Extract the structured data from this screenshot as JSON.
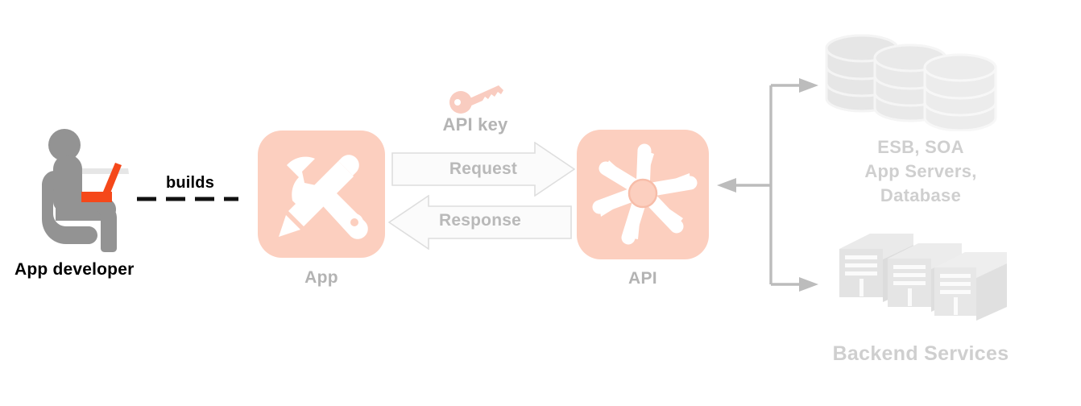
{
  "diagram": {
    "title": "API Architecture Diagram",
    "background": "#ffffff"
  },
  "colors": {
    "tile_fill": "#fccfbf",
    "tile_glyph": "#ffffff",
    "laptop_red": "#f5481a",
    "person_gray": "#939393",
    "label_gray": "#b3b3b3",
    "backend_gray": "#cfcfcf",
    "arrow_stroke": "#d8d8d8",
    "connector_gray": "#bcbcbc",
    "key_pink": "#f9ccc0",
    "text_black": "#000000"
  },
  "actor": {
    "icon": "seated-developer-with-laptop-icon",
    "label": "App developer"
  },
  "relationship": {
    "label": "builds",
    "line_style": "dashed",
    "icon": "dashed-connector-icon"
  },
  "nodes": [
    {
      "id": "app",
      "label": "App",
      "icon": "wrench-and-pencil-icon"
    },
    {
      "id": "api",
      "label": "API",
      "icon": "api-star-burst-icon"
    }
  ],
  "credential": {
    "label": "API key",
    "icon": "key-icon"
  },
  "flows": [
    {
      "id": "request",
      "label": "Request",
      "direction": "right",
      "icon": "right-block-arrow-icon"
    },
    {
      "id": "response",
      "label": "Response",
      "direction": "left",
      "icon": "left-block-arrow-icon"
    }
  ],
  "backend": {
    "group_label": "Backend Services",
    "connector_icon": "branching-arrow-connector-icon",
    "items": [
      {
        "id": "esb",
        "icon": "database-stack-icon",
        "label_lines": [
          "ESB, SOA",
          "App Servers,",
          "Database"
        ]
      },
      {
        "id": "servers",
        "icon": "server-rack-icon",
        "label": "Backend Services"
      }
    ]
  }
}
